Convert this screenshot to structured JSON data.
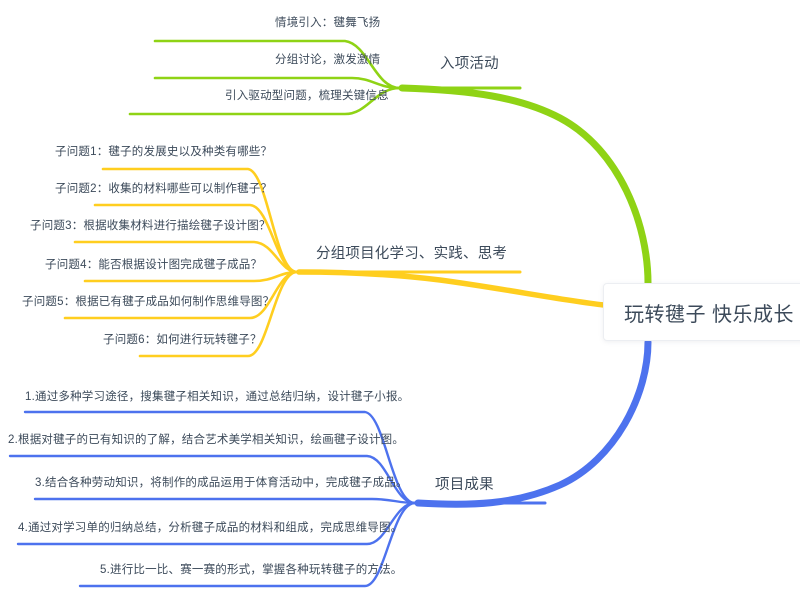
{
  "colors": {
    "green": "#8fd315",
    "yellow": "#ffce1f",
    "blue": "#4d72ee",
    "text": "#3c4a5a",
    "background": "#ffffff",
    "node_border": "#eceef2"
  },
  "center": {
    "title": "玩转毽子 快乐成长"
  },
  "branches": [
    {
      "id": "entry-activity",
      "label": "入项活动",
      "color": "#8fd315",
      "children": [
        {
          "label": "情境引入：毽舞飞扬"
        },
        {
          "label": "分组讨论，激发激情"
        },
        {
          "label": "引入驱动型问题，梳理关键信息"
        }
      ]
    },
    {
      "id": "group-project-learning",
      "label": "分组项目化学习、实践、思考",
      "color": "#ffce1f",
      "children": [
        {
          "label": "子问题1：毽子的发展史以及种类有哪些？"
        },
        {
          "label": "子问题2：收集的材料哪些可以制作毽子？"
        },
        {
          "label": "子问题3：根据收集材料进行描绘毽子设计图？"
        },
        {
          "label": "子问题4：能否根据设计图完成毽子成品？"
        },
        {
          "label": "子问题5：根据已有毽子成品如何制作思维导图？"
        },
        {
          "label": "子问题6：如何进行玩转毽子？"
        }
      ]
    },
    {
      "id": "project-outcomes",
      "label": "项目成果",
      "color": "#4d72ee",
      "children": [
        {
          "label": "1.通过多种学习途径，搜集毽子相关知识，通过总结归纳，设计毽子小报。"
        },
        {
          "label": "2.根据对毽子的已有知识的了解，结合艺术美学相关知识，绘画毽子设计图。"
        },
        {
          "label": "3.结合各种劳动知识，将制作的成品运用于体育活动中，完成毽子成品。"
        },
        {
          "label": "4.通过对学习单的归纳总结，分析毽子成品的材料和组成，完成思维导图。"
        },
        {
          "label": "5.进行比一比、赛一赛的形式，掌握各种玩转毽子的方法。"
        }
      ]
    }
  ]
}
